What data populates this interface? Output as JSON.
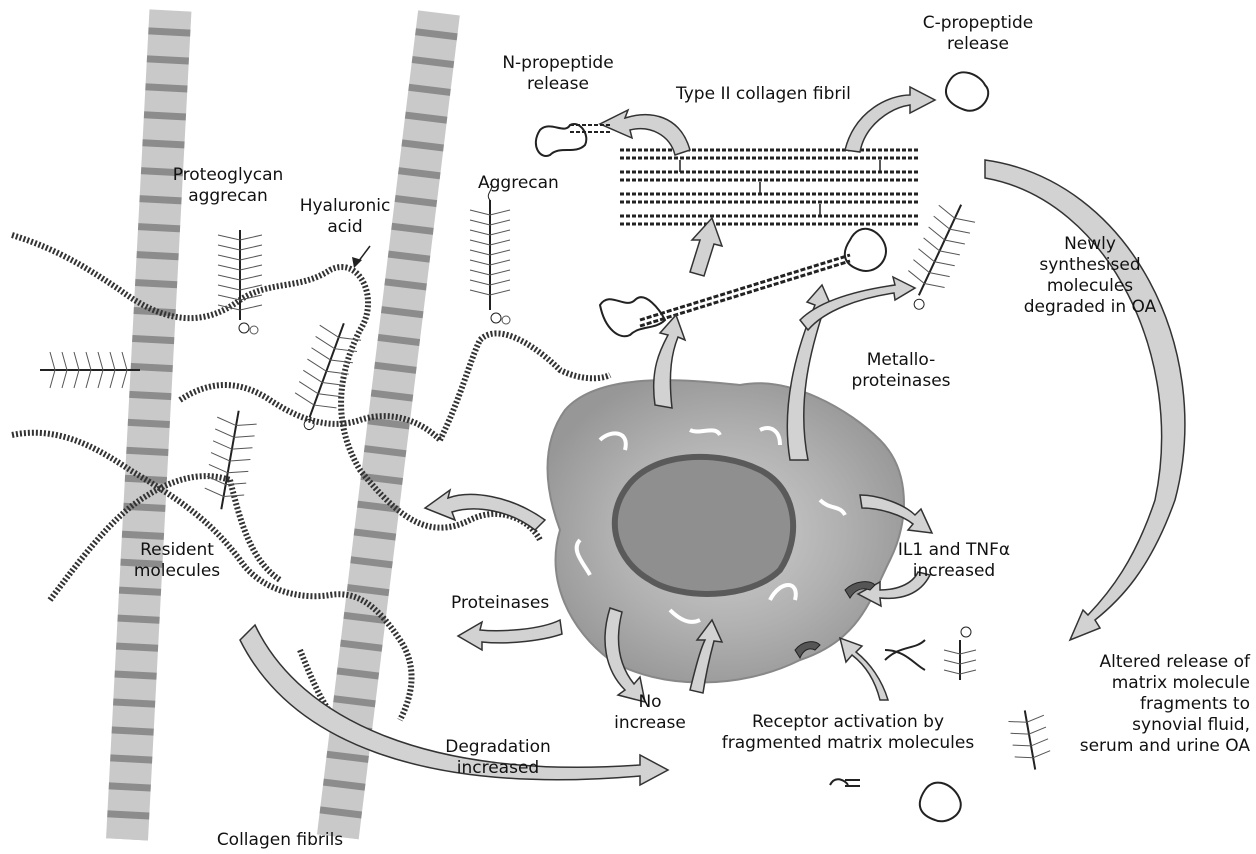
{
  "labels": {
    "n_propeptide": "N-propeptide\nrelease",
    "type2_fibril": "Type II collagen fibril",
    "c_propeptide": "C-propeptide\nrelease",
    "proteoglycan": "Proteoglycan\naggrecan",
    "hyaluronic": "Hyaluronic\nacid",
    "aggrecan": "Aggrecan",
    "newly": "Newly\nsynthesised\nmolecules\ndegraded in OA",
    "metallo": "Metallo-\nproteinases",
    "il1": "IL1 and TNFα\nincreased",
    "resident": "Resident\nmolecules",
    "proteinases": "Proteinases",
    "no_increase": "No\nincrease",
    "receptor": "Receptor activation by\nfragmented matrix molecules",
    "degradation": "Degradation\nincreased",
    "altered": "Altered release of\nmatrix molecule\nfragments to\nsynovial fluid,\nserum and urine OA",
    "collagen_fibrils": "Collagen fibrils"
  },
  "colors": {
    "fibril_fill": "#c9c9c9",
    "fibril_band": "#8c8c8c",
    "arrow_fill": "#d2d2d2",
    "arrow_stroke": "#333333",
    "cell_outer": "#9a9a9a",
    "cell_inner": "#b8b8b8",
    "nucleus": "#6f6f6f",
    "chain": "#222222"
  }
}
